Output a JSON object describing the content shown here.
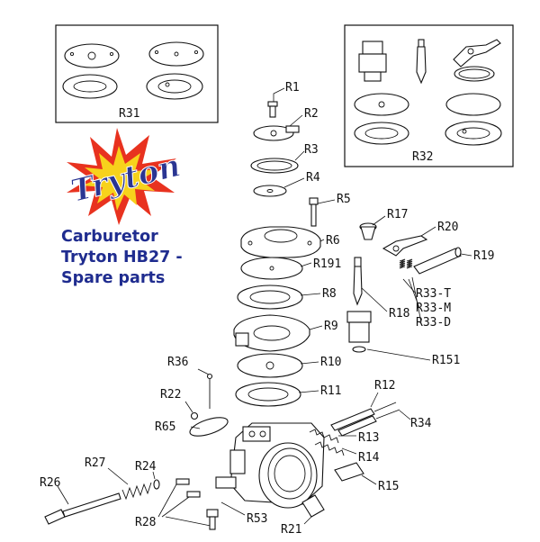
{
  "title_lines": [
    "Carburetor",
    "Tryton HB27 -",
    "Spare parts"
  ],
  "logo_text": "Tryton",
  "kit_labels": {
    "r31": "R31",
    "r32": "R32"
  },
  "part_labels": {
    "r1": "R1",
    "r2": "R2",
    "r3": "R3",
    "r4": "R4",
    "r5": "R5",
    "r6": "R6",
    "r191": "R191",
    "r8": "R8",
    "r9": "R9",
    "r10": "R10",
    "r11": "R11",
    "r12": "R12",
    "r13": "R13",
    "r14": "R14",
    "r15": "R15",
    "r17": "R17",
    "r18": "R18",
    "r19": "R19",
    "r20": "R20",
    "r21": "R21",
    "r22": "R22",
    "r24": "R24",
    "r26": "R26",
    "r27": "R27",
    "r28": "R28",
    "r33t": "R33-T",
    "r33m": "R33-M",
    "r33d": "R33-D",
    "r34": "R34",
    "r36": "R36",
    "r53": "R53",
    "r65": "R65",
    "r151": "R151"
  },
  "colors": {
    "title": "#1f2c8f",
    "logo_burst": "#e8321f",
    "logo_burst_inner": "#f7d21c",
    "logo_text": "#2a3592",
    "line": "#111111"
  }
}
